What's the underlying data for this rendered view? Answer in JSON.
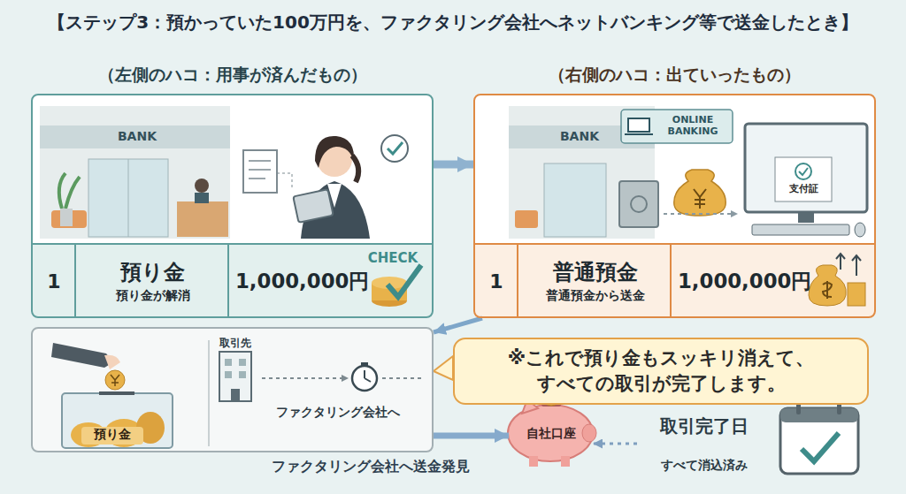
{
  "diagram": {
    "title": "【ステップ3：預かっていた100万円を、ファクタリング会社へネットバンキング等で送金したとき】",
    "nodes": [
      {
        "text": [
          "（左側のハコ：用事が済んだもの）"
        ]
      },
      {
        "text": [
          "預り金",
          "預り金が解消"
        ],
        "in": 0
      },
      {
        "text": [
          "1,000,000円"
        ],
        "in": 0
      },
      {
        "text": [
          "（右側のハコ：出ていったもの）"
        ]
      },
      {
        "text": [
          "普通預金",
          "普通預金から送金"
        ],
        "in": 3
      },
      {
        "text": [
          "1,000,000円"
        ],
        "in": 3
      },
      {
        "text": [
          "ファクタリング会社へ"
        ]
      },
      {
        "text": [
          "※これで預り金もスッキリ消えて、 すべての取引が完了します。"
        ]
      },
      {
        "text": [
          "自社口座"
        ]
      },
      {
        "text": [
          "取引完了日",
          "すべて消込済み"
        ]
      }
    ],
    "edges": [
      {
        "from": 0,
        "to": 3,
        "arrow": "to"
      },
      {
        "from": 3,
        "to": 6,
        "arrow": "to"
      },
      {
        "from": 6,
        "to": 8,
        "label": "ファクタリング会社へ送金発見",
        "arrow": "to"
      },
      {
        "from": 9,
        "to": 8,
        "arrow": "to"
      }
    ],
    "labels": [
      "1",
      "CHECK",
      "BANK",
      "1",
      "BANK",
      "ONLINE BANKING",
      "支付証",
      "取引先",
      "預り金"
    ]
  }
}
